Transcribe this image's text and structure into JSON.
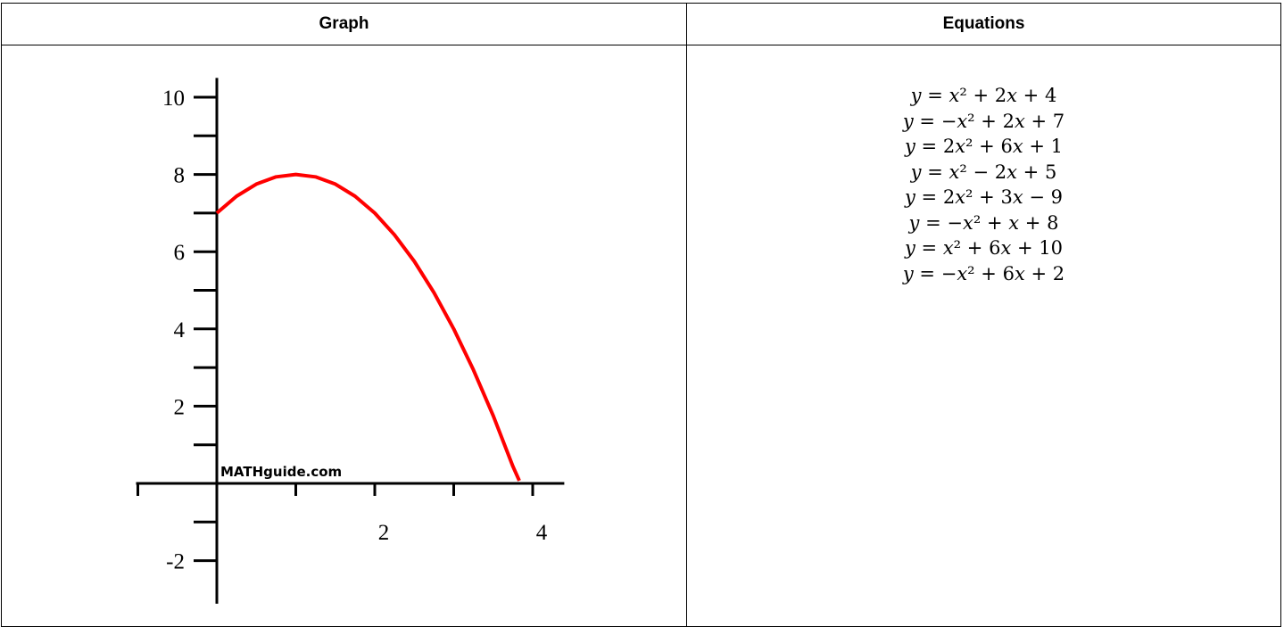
{
  "headers": {
    "left": "Graph",
    "right": "Equations"
  },
  "equations": [
    "y = x² + 2x + 4",
    "y = −x² + 2x + 7",
    "y = 2x² + 6x + 1",
    "y = x² − 2x + 5",
    "y = 2x² + 3x − 9",
    "y = −x² + x + 8",
    "y = x² + 6x + 10",
    "y = −x² + 6x + 2"
  ],
  "chart_data": {
    "type": "line",
    "series": [
      {
        "x": [
          0,
          0.25,
          0.5,
          0.75,
          1,
          1.25,
          1.5,
          1.75,
          2,
          2.25,
          2.5,
          2.75,
          3,
          3.25,
          3.5,
          3.75,
          3.83
        ],
        "y": [
          7,
          7.4375,
          7.75,
          7.9375,
          8,
          7.9375,
          7.75,
          7.4375,
          7,
          6.4375,
          5.75,
          4.9375,
          4,
          2.9375,
          1.75,
          0.4375,
          0.0711
        ]
      }
    ],
    "xlim": [
      -1,
      4.4
    ],
    "ylim": [
      -3,
      10.5
    ],
    "x_ticks": [
      -1,
      0,
      1,
      2,
      3,
      4
    ],
    "x_tick_labels": [
      "",
      "",
      "",
      "2",
      "",
      "4"
    ],
    "y_ticks": [
      -2,
      -1,
      0,
      1,
      2,
      3,
      4,
      5,
      6,
      7,
      8,
      9,
      10
    ],
    "y_tick_labels": [
      "-2",
      "",
      "",
      "",
      "2",
      "",
      "4",
      "",
      "6",
      "",
      "8",
      "",
      "10"
    ],
    "line_color": "#ff0000",
    "watermark": "MATHguide.com",
    "grid": false
  }
}
